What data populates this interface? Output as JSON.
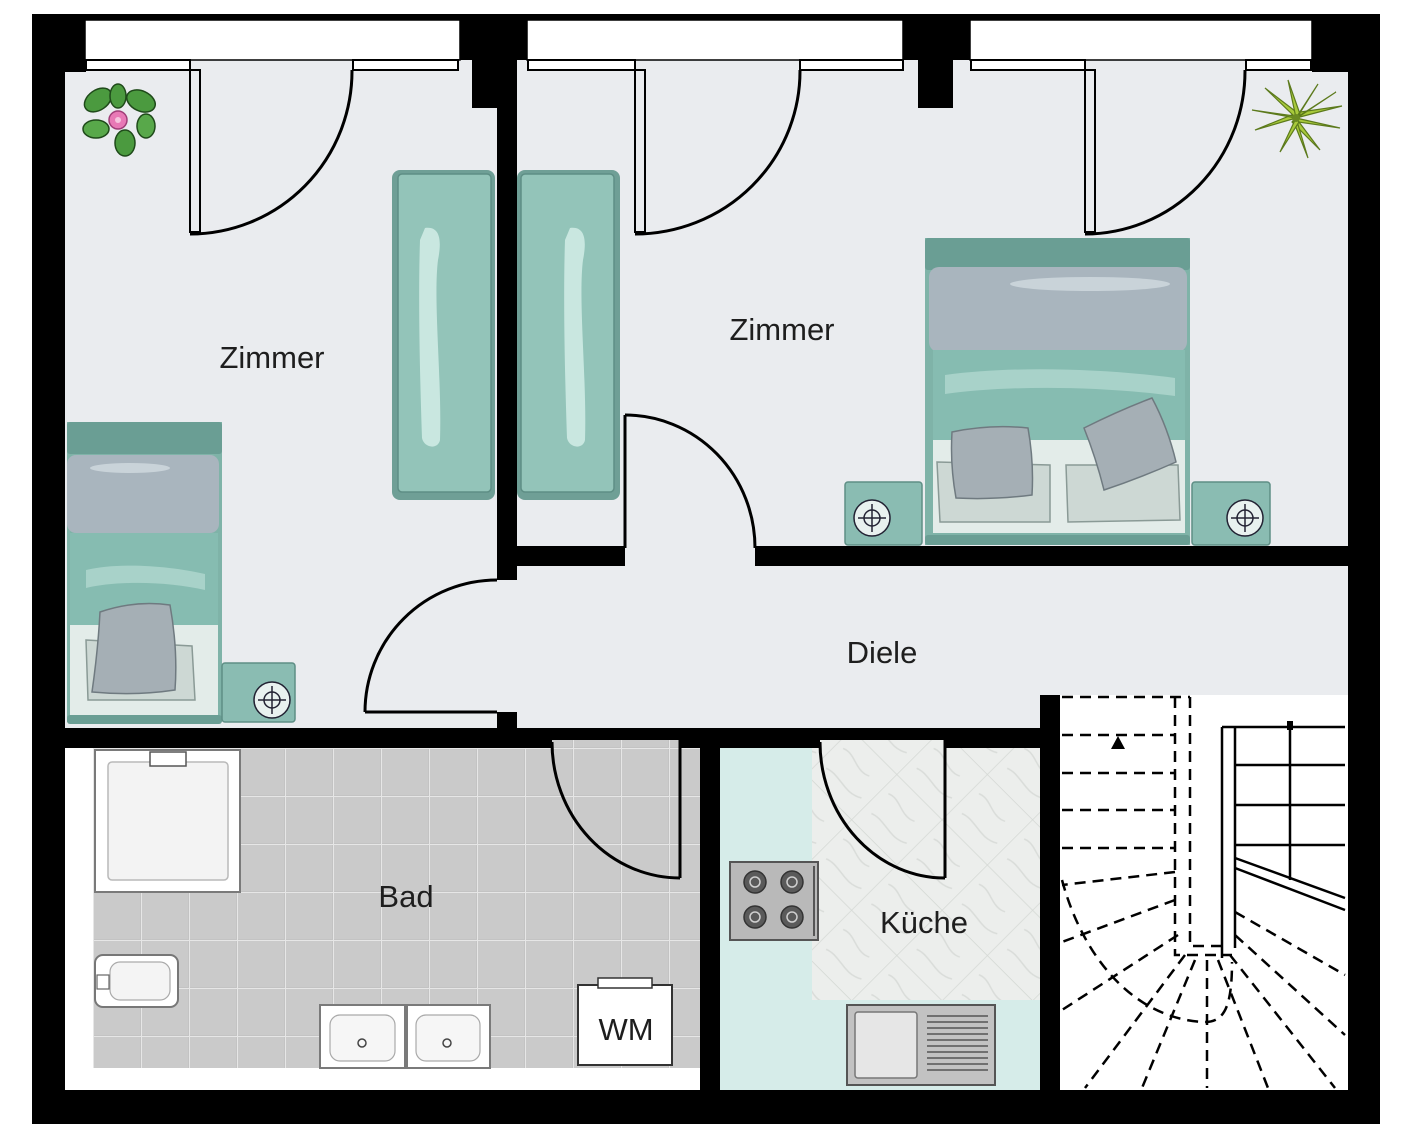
{
  "floor_plan": {
    "rooms": {
      "zimmer_left": {
        "label": "Zimmer"
      },
      "zimmer_right": {
        "label": "Zimmer"
      },
      "diele": {
        "label": "Diele"
      },
      "bad": {
        "label": "Bad"
      },
      "kueche": {
        "label": "Küche"
      }
    },
    "fixtures": {
      "washing_machine": {
        "label": "WM"
      }
    },
    "colors": {
      "wall": "#000000",
      "floor": "#eaecef",
      "bath_tiles": "#c8c8c8",
      "kitchen_wall": "#d6ece9",
      "kitchen_floor": "#eceeec",
      "furniture_teal": "#8fc1b6",
      "pillow_grey": "#a9b5be",
      "plant_green": "#4b9a3f",
      "flower_pink": "#e879b6"
    }
  }
}
